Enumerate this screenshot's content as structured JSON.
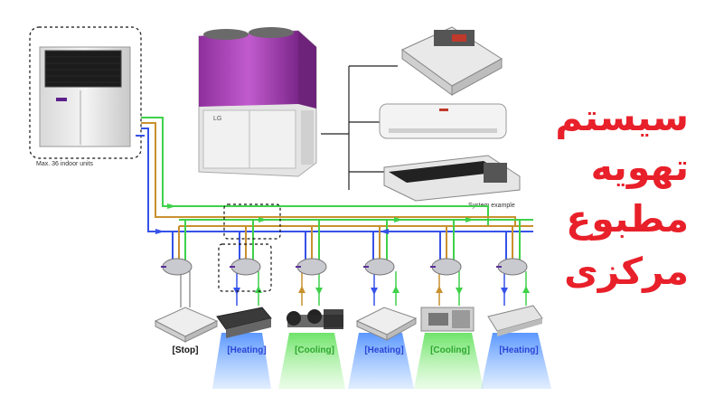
{
  "outdoor": {
    "capacity_label": "Max. 36 indoor units",
    "brand": "LG"
  },
  "system_example_label": "System example",
  "indoor_modes": [
    {
      "label": "[Stop]",
      "color": "#111111"
    },
    {
      "label": "[Heating]",
      "color": "#2a45d6"
    },
    {
      "label": "[Cooling]",
      "color": "#2fa82f"
    },
    {
      "label": "[Heating]",
      "color": "#2a45d6"
    },
    {
      "label": "[Cooling]",
      "color": "#2fa82f"
    },
    {
      "label": "[Heating]",
      "color": "#2a45d6"
    }
  ],
  "title_lines": [
    "سیستم",
    "تهویه",
    "مطبوع",
    "مرکزی"
  ],
  "colors": {
    "title_red": "#e8202a",
    "pipe_green": "#3fd14a",
    "pipe_orange": "#c8912e",
    "pipe_blue": "#3552e8",
    "outdoor_purple": "#a23fb0"
  }
}
